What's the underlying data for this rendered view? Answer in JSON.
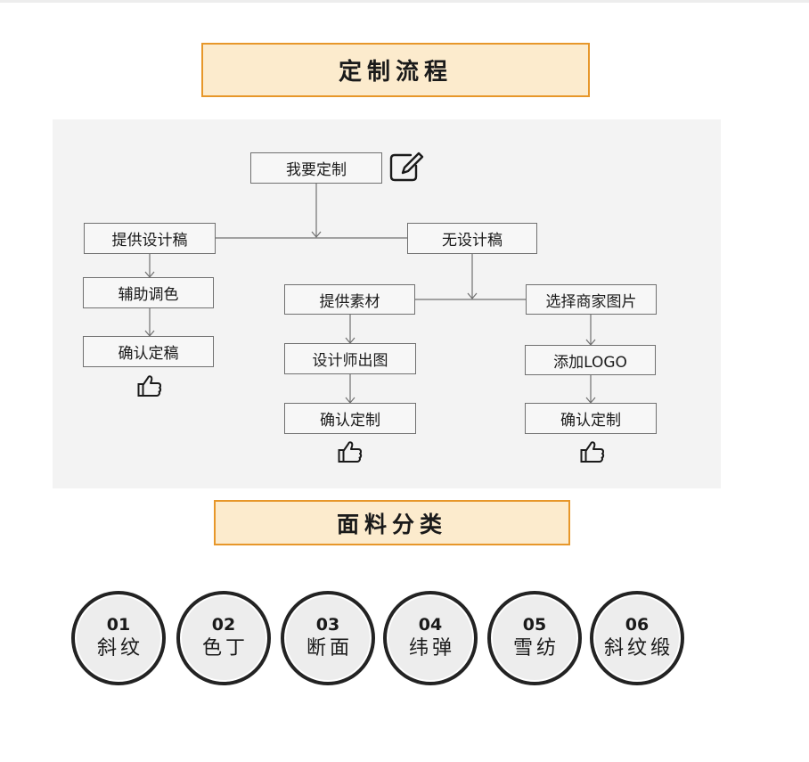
{
  "section_titles": {
    "process": "定制流程",
    "fabric": "面料分类"
  },
  "flow": {
    "start": "我要定制",
    "branch_with_design": "提供设计稿",
    "branch_no_design": "无设计稿",
    "assist_color": "辅助调色",
    "confirm_draft": "确认定稿",
    "provide_material": "提供素材",
    "designer_output": "设计师出图",
    "confirm_custom_a": "确认定制",
    "choose_merchant_image": "选择商家图片",
    "add_logo": "添加LOGO",
    "confirm_custom_b": "确认定制"
  },
  "icons": {
    "edit": "edit-icon",
    "thumbs_up": "thumbs-up-icon"
  },
  "fabrics": [
    {
      "num": "01",
      "name": "斜纹"
    },
    {
      "num": "02",
      "name": "色丁"
    },
    {
      "num": "03",
      "name": "断面"
    },
    {
      "num": "04",
      "name": "纬弹"
    },
    {
      "num": "05",
      "name": "雪纺"
    },
    {
      "num": "06",
      "name": "斜纹缎"
    }
  ]
}
